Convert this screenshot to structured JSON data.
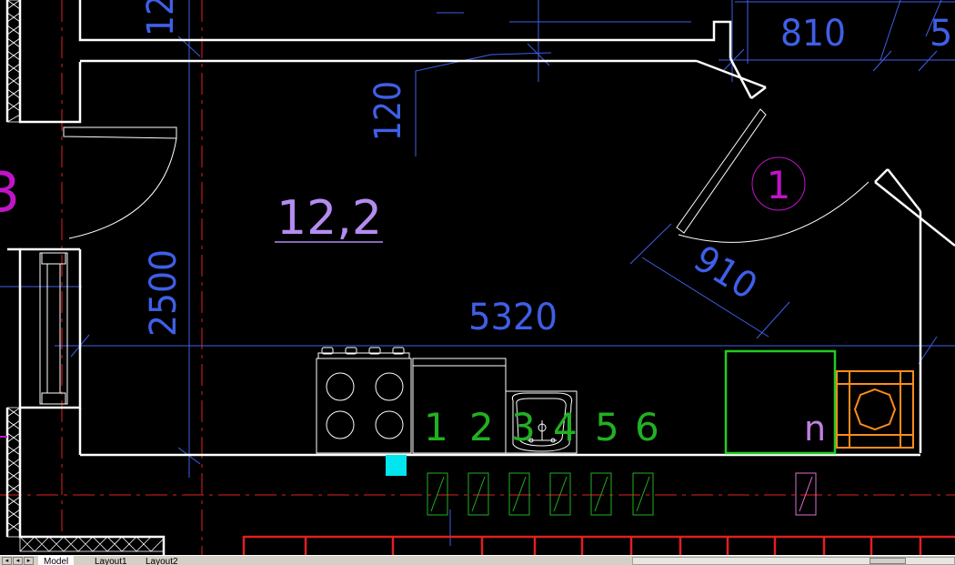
{
  "drawing": {
    "area_label": "12,2",
    "room_number": "1",
    "marker_room_right": "5",
    "marker_room_left": "3",
    "dimensions": {
      "top_right": "810",
      "vertical_top": "120",
      "door_opening": "910",
      "horizontal_main": "5320",
      "vertical_left": "2500",
      "top_left_partial": "12"
    },
    "equipment_numbers": [
      "1",
      "2",
      "3",
      "4",
      "5",
      "6"
    ],
    "fixture_label": "n"
  },
  "colors": {
    "background": "#000000",
    "walls": "#ffffff",
    "dimensions": "#3f5fe8",
    "area_text": "#b48cf0",
    "room_marker": "#c014c8",
    "axis_lines": "#e02020",
    "equipment_numbers": "#22b022",
    "fixture_box": "#22cc22",
    "stove": "#ff8c1a",
    "cursor_square": "#00e5ee"
  },
  "layout_tabs": {
    "items": [
      "Model",
      "Layout1",
      "Layout2"
    ],
    "active_index": 0
  }
}
